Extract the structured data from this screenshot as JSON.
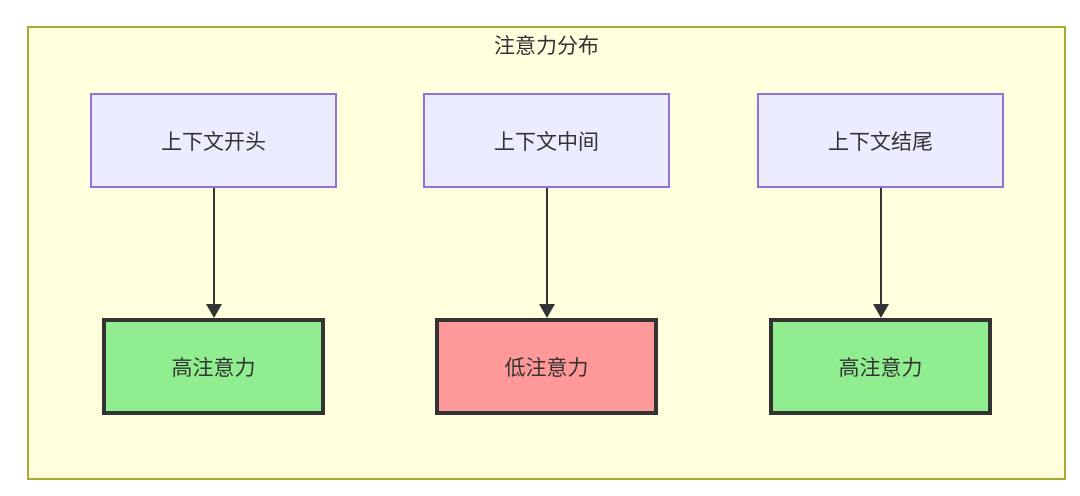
{
  "diagram": {
    "type": "flowchart",
    "title": "注意力分布",
    "columns": [
      {
        "source": "上下文开头",
        "target": "高注意力",
        "level": "high"
      },
      {
        "source": "上下文中间",
        "target": "低注意力",
        "level": "low"
      },
      {
        "source": "上下文结尾",
        "target": "高注意力",
        "level": "high"
      }
    ],
    "colors": {
      "cluster_fill": "#ffffde",
      "cluster_border": "#aaaa33",
      "node_fill": "#ECECFF",
      "node_border": "#9370DB",
      "high_fill": "#90EE90",
      "low_fill": "#FF9999",
      "result_border": "#333333",
      "edge_color": "#333333",
      "text_color": "#333333"
    }
  }
}
